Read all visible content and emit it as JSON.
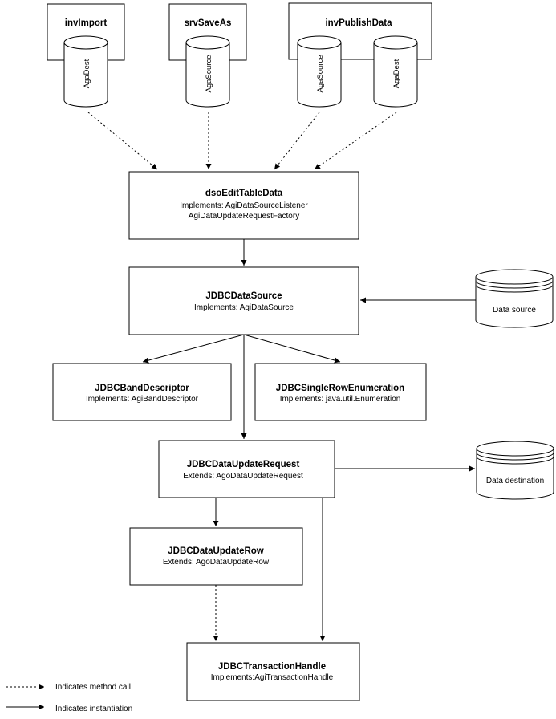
{
  "components": {
    "invImport": {
      "title": "invImport",
      "cylinder": "AgaDest"
    },
    "srvSaveAs": {
      "title": "srvSaveAs",
      "cylinder": "AgaSource"
    },
    "invPublishData": {
      "title": "invPublishData",
      "cylinder_left": "AgaSource",
      "cylinder_right": "AgaDest"
    }
  },
  "classes": {
    "dsoEditTableData": {
      "name": "dsoEditTableData",
      "line1": "Implements: AgiDataSourceListener",
      "line2": "AgiDataUpdateRequestFactory"
    },
    "JDBCDataSource": {
      "name": "JDBCDataSource",
      "line1": "Implements: AgiDataSource"
    },
    "JDBCBandDescriptor": {
      "name": "JDBCBandDescriptor",
      "line1": "Implements: AgiBandDescriptor"
    },
    "JDBCSingleRowEnumeration": {
      "name": "JDBCSingleRowEnumeration",
      "line1": "Implements: java.util.Enumeration"
    },
    "JDBCDataUpdateRequest": {
      "name": "JDBCDataUpdateRequest",
      "line1": "Extends: AgoDataUpdateRequest"
    },
    "JDBCDataUpdateRow": {
      "name": "JDBCDataUpdateRow",
      "line1": "Extends: AgoDataUpdateRow"
    },
    "JDBCTransactionHandle": {
      "name": "JDBCTransactionHandle",
      "line1": "Implements:AgiTransactionHandle"
    }
  },
  "stores": {
    "source": "Data source",
    "destination": "Data destination"
  },
  "legend": {
    "method_call": "Indicates method call",
    "instantiation": "Indicates instantiation"
  }
}
